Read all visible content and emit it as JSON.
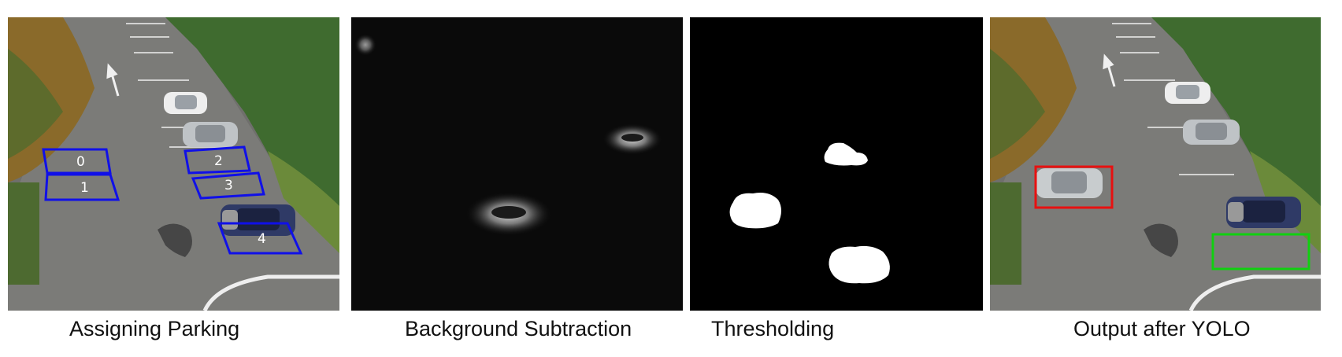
{
  "panels": [
    {
      "caption": "Assigning Parking",
      "slot_labels": [
        "0",
        "1",
        "2",
        "3",
        "4"
      ]
    },
    {
      "caption": "Background Subtraction"
    },
    {
      "caption": "Thresholding"
    },
    {
      "caption": "Output after YOLO"
    }
  ],
  "colors": {
    "slot_outline": "#1010e8",
    "occupied_box": "#e81010",
    "free_box": "#10d010"
  }
}
